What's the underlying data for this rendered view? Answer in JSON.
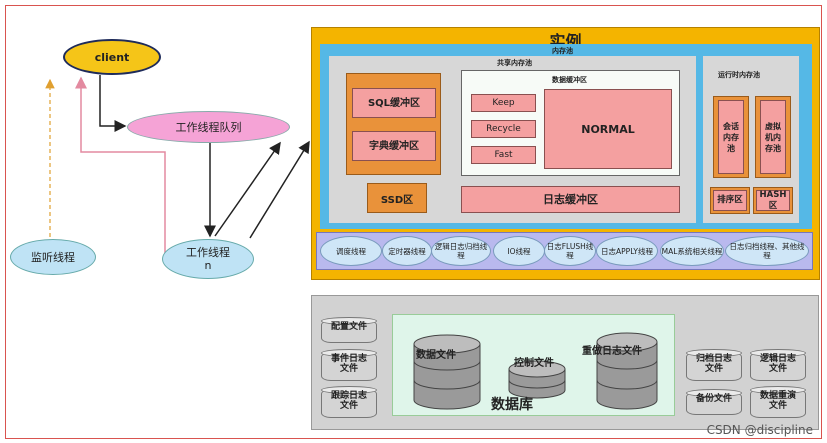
{
  "client": "client",
  "worker_queue": "工作线程队列",
  "monitor_thread": "监听线程",
  "worker_thread_line1": "工作线程",
  "worker_thread_line2": "n",
  "instance": {
    "title": "实例",
    "memory_pool": "内存池",
    "shared_pool": "共享内存池",
    "data_buffer": "数据缓冲区",
    "runtime_pool": "运行时内存池",
    "sql_buffer": "SQL缓冲区",
    "dict_buffer": "字典缓冲区",
    "ssd": "SSD区",
    "keep": "Keep",
    "recycle": "Recycle",
    "fast": "Fast",
    "normal": "NORMAL",
    "log_buffer": "日志缓冲区",
    "session_pool": "会话内存池",
    "vm_pool": "虚拟机内存池",
    "sort_area": "排序区",
    "hash_area": "HASH区"
  },
  "threads": [
    {
      "label": "调度线程"
    },
    {
      "label": "定时器线程"
    },
    {
      "label": "逻辑日志归档线程"
    },
    {
      "label": "IO线程"
    },
    {
      "label": "日志FLUSH线程"
    },
    {
      "label": "日志APPLY线程"
    },
    {
      "label": "MAL系统相关线程"
    },
    {
      "label": "日志归档线程、其他线程"
    }
  ],
  "database": {
    "title": "数据库",
    "data_file": "数据文件",
    "control_file": "控制文件",
    "redo_file": "重做日志文件",
    "config_file": "配置文件",
    "event_log": "事件日志文件",
    "trace_log": "跟踪日志文件",
    "archive_log": "归档日志文件",
    "logic_log": "逻辑日志文件",
    "backup_file": "备份文件",
    "replay_file": "数据重演文件"
  },
  "watermark": "CSDN @discipline",
  "colors": {
    "instance": "#f4b400",
    "memory_pool": "#55b8e6",
    "client": "#f5c518",
    "queue": "#f5a3d6",
    "ellipse": "#bfe3f5",
    "buffer_orange": "#e9923a",
    "buffer_pink": "#f4a0a0",
    "thread_bar": "#b9b9ee"
  }
}
